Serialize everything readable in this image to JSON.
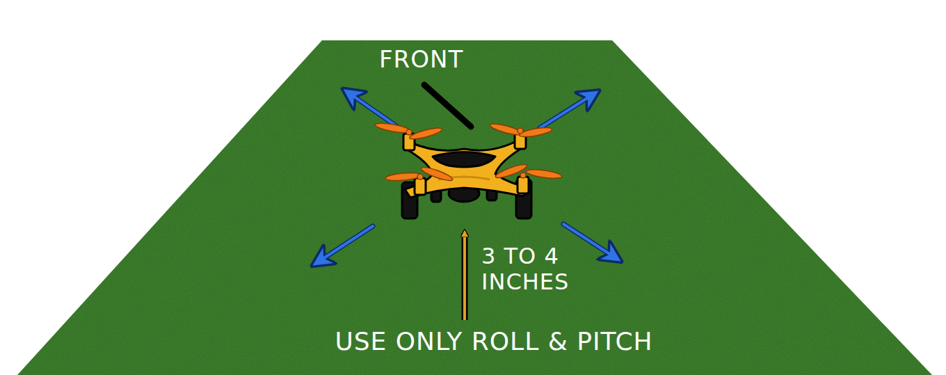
{
  "diagram": {
    "labels": [
      "FRONT",
      "3 TO 4 INCHES",
      "USE ONLY ROLL & PITCH"
    ]
  }
}
